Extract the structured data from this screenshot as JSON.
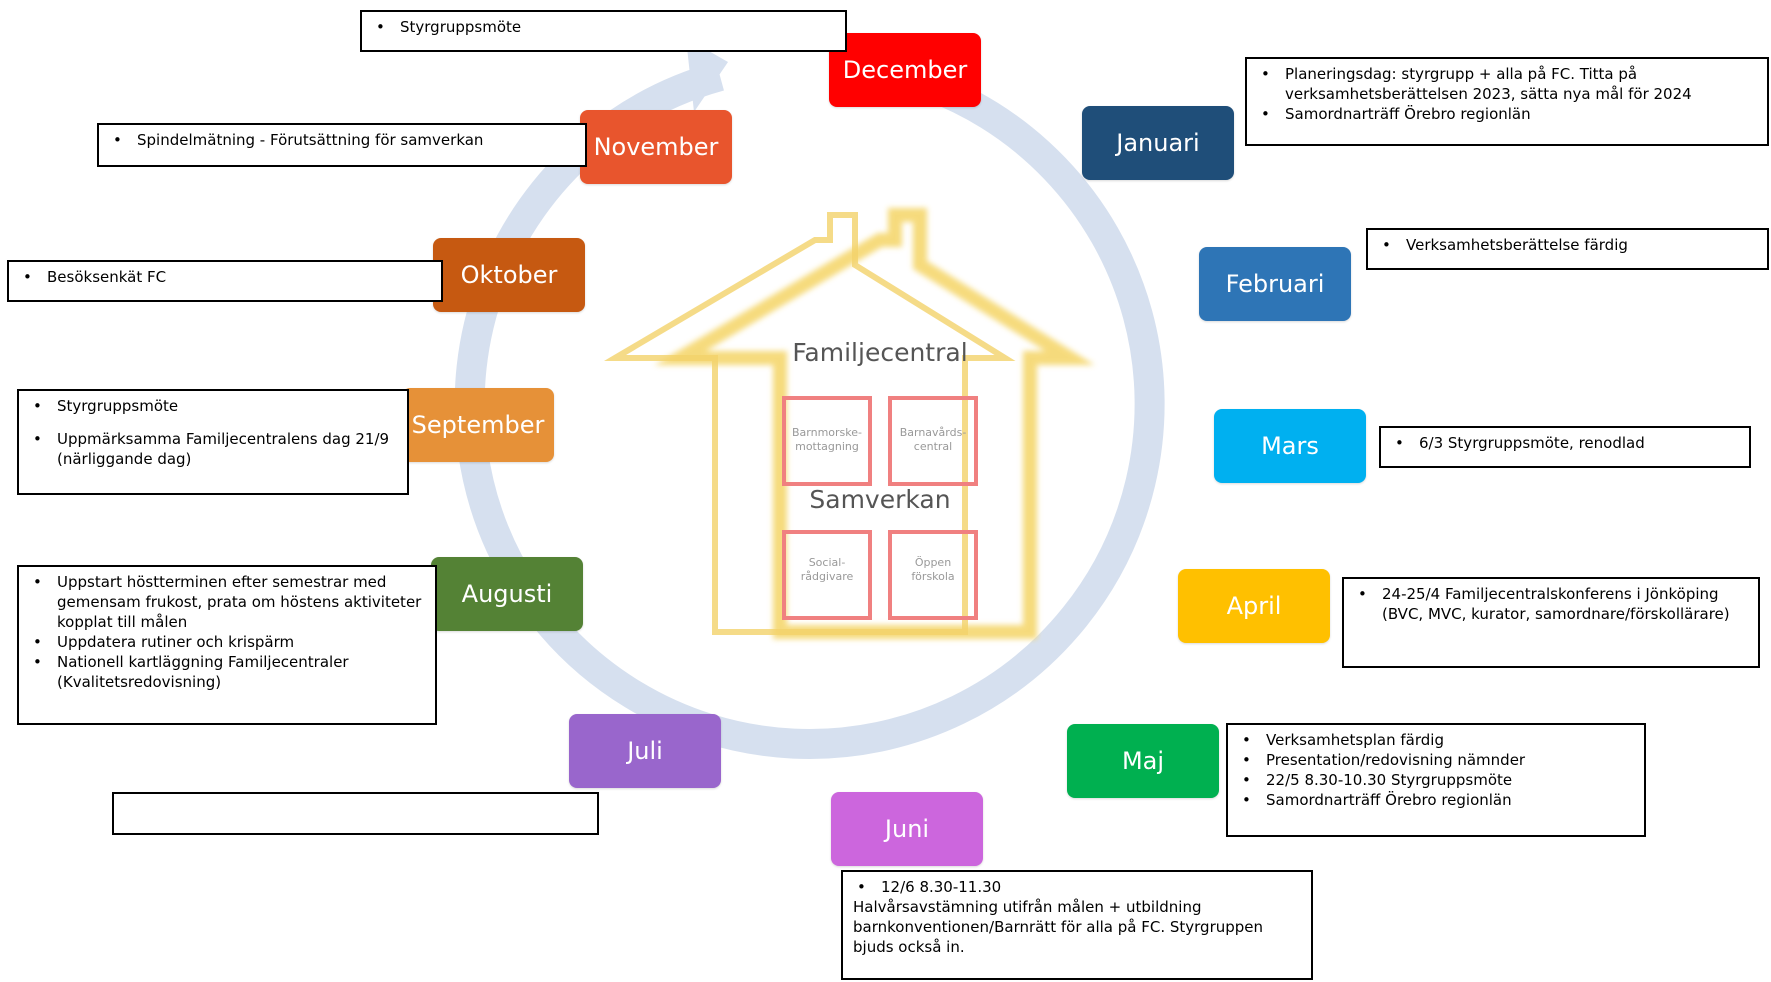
{
  "months": [
    {
      "label": "December",
      "color": "#ff0000"
    },
    {
      "label": "Januari",
      "color": "#1f4e79"
    },
    {
      "label": "Februari",
      "color": "#2e75b6"
    },
    {
      "label": "Mars",
      "color": "#00b0f0"
    },
    {
      "label": "April",
      "color": "#ffc000"
    },
    {
      "label": "Maj",
      "color": "#00b050"
    },
    {
      "label": "Juni",
      "color": "#cc66dd"
    },
    {
      "label": "Juli",
      "color": "#9966cc"
    },
    {
      "label": "Augusti",
      "color": "#548235"
    },
    {
      "label": "September",
      "color": "#e69138"
    },
    {
      "label": "Oktober",
      "color": "#c65911"
    },
    {
      "label": "November",
      "color": "#e8552d"
    }
  ],
  "house": {
    "title": "Familjecentral",
    "center": "Samverkan",
    "rooms": [
      {
        "line1": "Barnmorske-",
        "line2": "mottagning"
      },
      {
        "line1": "Barnavårds-",
        "line2": "central"
      },
      {
        "line1": "Social-",
        "line2": "rådgivare"
      },
      {
        "line1": "Öppen",
        "line2": "förskola"
      }
    ]
  },
  "notes": {
    "december": {
      "items": [
        "Styrgruppsmöte"
      ]
    },
    "januari": {
      "items": [
        "Planeringsdag: styrgrupp + alla på FC. Titta på verksamhetsberättelsen 2023, sätta nya mål för 2024",
        "Samordnarträff Örebro regionlän"
      ]
    },
    "februari": {
      "items": [
        "Verksamhetsberättelse färdig"
      ]
    },
    "mars": {
      "items": [
        "6/3 Styrgruppsmöte, renodlad"
      ]
    },
    "april": {
      "items": [
        "24-25/4 Familjecentralskonferens i Jönköping (BVC, MVC, kurator, samordnare/förskollärare)"
      ]
    },
    "maj": {
      "items": [
        "Verksamhetsplan färdig",
        "Presentation/redovisning nämnder",
        "22/5 8.30-10.30 Styrgruppsmöte",
        "Samordnarträff Örebro regionlän"
      ]
    },
    "juni": {
      "bullet": "12/6 8.30-11.30",
      "text": "Halvårsavstämning utifrån målen + utbildning barnkonventionen/Barnrätt för alla på FC. Styrgruppen bjuds också in."
    },
    "juli": {
      "items": []
    },
    "augusti": {
      "items": [
        "Uppstart höstterminen efter semestrar med gemensam frukost, prata om höstens aktiviteter kopplat till målen",
        "Uppdatera rutiner och krispärm",
        "Nationell kartläggning Familjecentraler (Kvalitetsredovisning)"
      ]
    },
    "september": {
      "items": [
        "Styrgruppsmöte",
        "Uppmärksamma Familjecentralens dag 21/9 (närliggande dag)"
      ]
    },
    "oktober": {
      "items": [
        "Besöksenkät FC"
      ]
    },
    "november": {
      "items": [
        "Spindelmätning - Förutsättning för samverkan"
      ]
    }
  },
  "colors": {
    "ring": "#d6e0ef",
    "house_glow": "#f5d76e",
    "room_border": "#f08080"
  }
}
